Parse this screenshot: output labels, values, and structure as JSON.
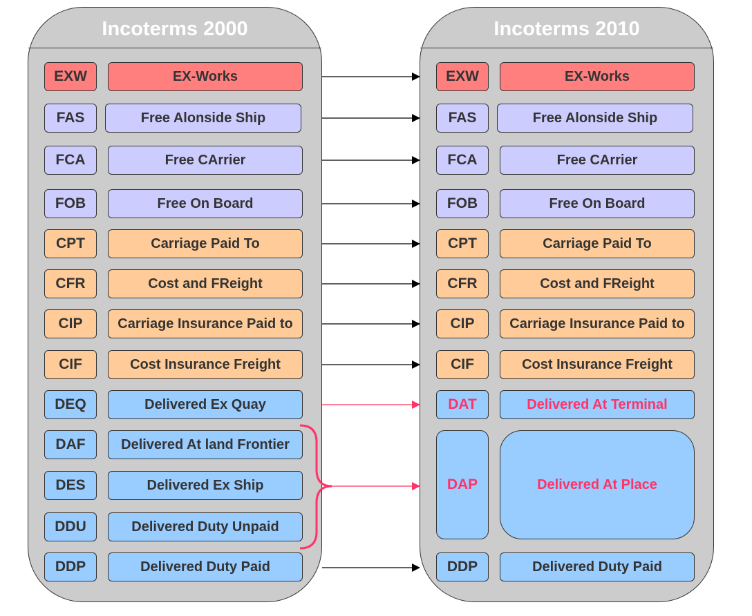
{
  "left_panel": {
    "title": "Incoterms 2000",
    "rows": [
      {
        "code": "EXW",
        "desc": "EX-Works",
        "color": "red"
      },
      {
        "code": "FAS",
        "desc": "Free Alonside Ship",
        "color": "purple"
      },
      {
        "code": "FCA",
        "desc": "Free CArrier",
        "color": "purple"
      },
      {
        "code": "FOB",
        "desc": "Free On Board",
        "color": "purple"
      },
      {
        "code": "CPT",
        "desc": "Carriage Paid To",
        "color": "orange"
      },
      {
        "code": "CFR",
        "desc": "Cost and FReight",
        "color": "orange"
      },
      {
        "code": "CIP",
        "desc": "Carriage Insurance Paid to",
        "color": "orange"
      },
      {
        "code": "CIF",
        "desc": "Cost Insurance Freight",
        "color": "orange"
      },
      {
        "code": "DEQ",
        "desc": "Delivered Ex Quay",
        "color": "blue"
      },
      {
        "code": "DAF",
        "desc": "Delivered At land Frontier",
        "color": "blue"
      },
      {
        "code": "DES",
        "desc": "Delivered Ex Ship",
        "color": "blue"
      },
      {
        "code": "DDU",
        "desc": "Delivered Duty Unpaid",
        "color": "blue"
      },
      {
        "code": "DDP",
        "desc": "Delivered Duty Paid",
        "color": "blue"
      }
    ]
  },
  "right_panel": {
    "title": "Incoterms 2010",
    "rows": [
      {
        "code": "EXW",
        "desc": "EX-Works",
        "color": "red"
      },
      {
        "code": "FAS",
        "desc": "Free Alonside Ship",
        "color": "purple"
      },
      {
        "code": "FCA",
        "desc": "Free CArrier",
        "color": "purple"
      },
      {
        "code": "FOB",
        "desc": "Free On Board",
        "color": "purple"
      },
      {
        "code": "CPT",
        "desc": "Carriage Paid To",
        "color": "orange"
      },
      {
        "code": "CFR",
        "desc": "Cost and FReight",
        "color": "orange"
      },
      {
        "code": "CIP",
        "desc": "Carriage Insurance Paid to",
        "color": "orange"
      },
      {
        "code": "CIF",
        "desc": "Cost Insurance Freight",
        "color": "orange"
      },
      {
        "code": "DAT",
        "desc": "Delivered At Terminal",
        "color": "blue",
        "highlight": true
      },
      {
        "code": "DAP",
        "desc": "Delivered At Place",
        "color": "blue",
        "highlight": true
      },
      {
        "code": "DDP",
        "desc": "Delivered Duty Paid",
        "color": "blue"
      }
    ]
  },
  "colors": {
    "red": "#ff7f7f",
    "purple": "#ccccff",
    "orange": "#ffcc99",
    "blue": "#99ccff",
    "panel": "#cccccc",
    "title_text": "#ffffff",
    "highlight_text": "#ff3366",
    "normal_arrow": "#000000",
    "new_term_arrow": "#ff3366"
  }
}
